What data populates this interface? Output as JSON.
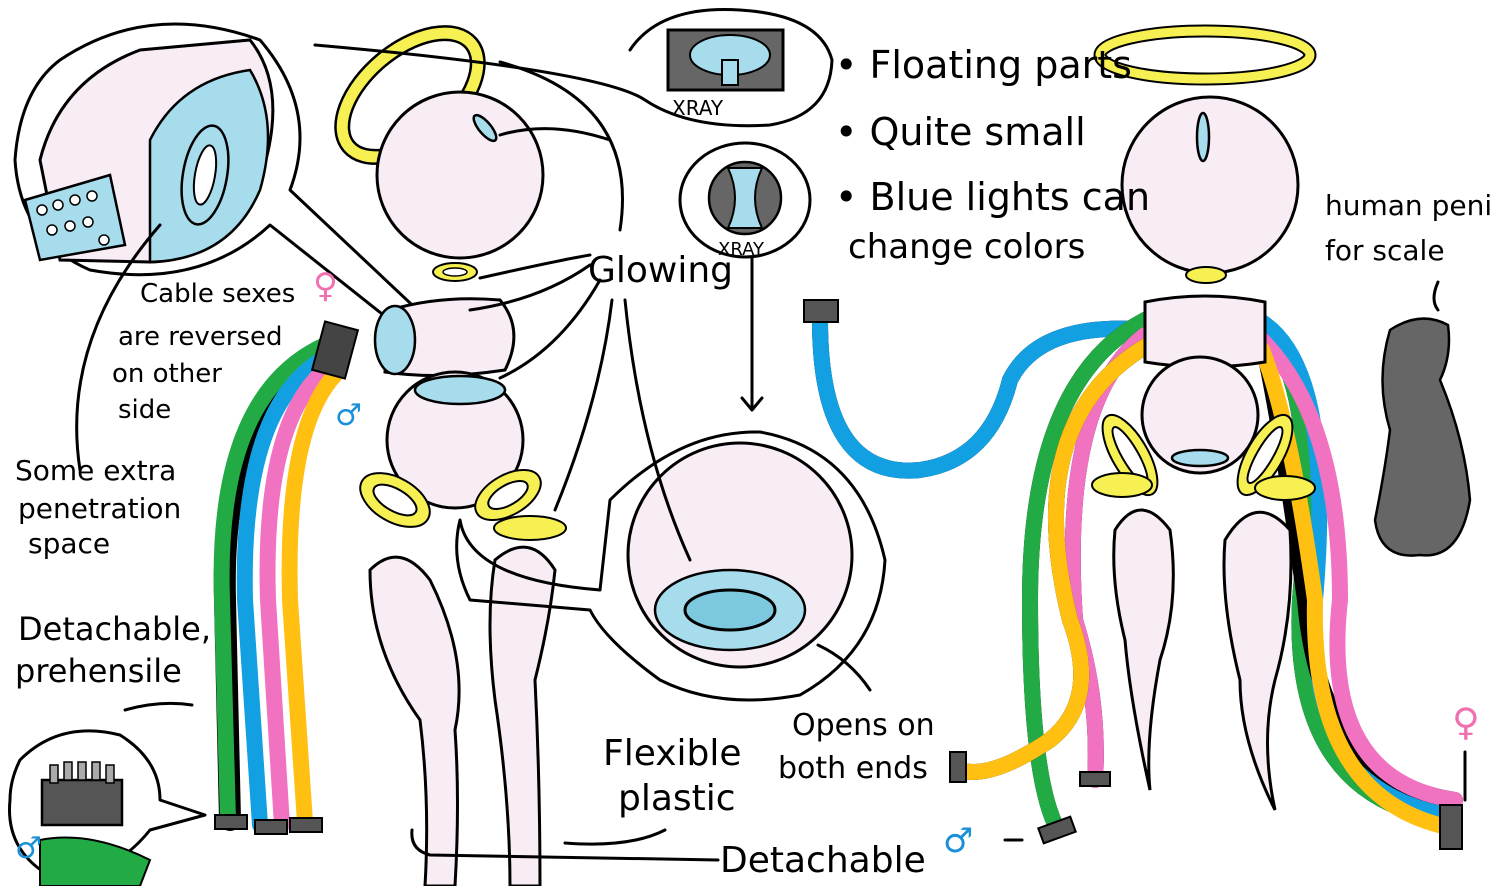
{
  "notes": {
    "bullets": [
      "Floating parts",
      "Quite small",
      "Blue lights can",
      "change colors"
    ],
    "xray_1": "XRAY",
    "xray_2": "XRAY",
    "glowing": "Glowing",
    "cable_sexes": [
      "Cable sexes",
      "are reversed",
      "on other",
      "side"
    ],
    "extra_space": [
      "Some extra",
      "penetration",
      "space"
    ],
    "detachable_prehensile": [
      "Detachable,",
      "prehensile"
    ],
    "flexible_plastic": [
      "Flexible",
      "plastic"
    ],
    "opens_both_ends": [
      "Opens on",
      "both ends"
    ],
    "detachable": "Detachable",
    "scale_note": [
      "human penis",
      "for scale"
    ]
  },
  "symbols": {
    "female_top": "♀",
    "male_left": "♂",
    "male_bottom_left": "♂",
    "male_bottom_mid": "♂",
    "female_right": "♀"
  },
  "colors": {
    "body": "#f8ecf5",
    "light": "#a6dcec",
    "halo": "#f6f052",
    "cable_green": "#22aa44",
    "cable_blue": "#12a0e2",
    "cable_pink": "#f272c2",
    "cable_yellow": "#ffc012",
    "connector": "#555555",
    "female_symbol": "#f070b0",
    "male_symbol": "#1a90d8"
  }
}
